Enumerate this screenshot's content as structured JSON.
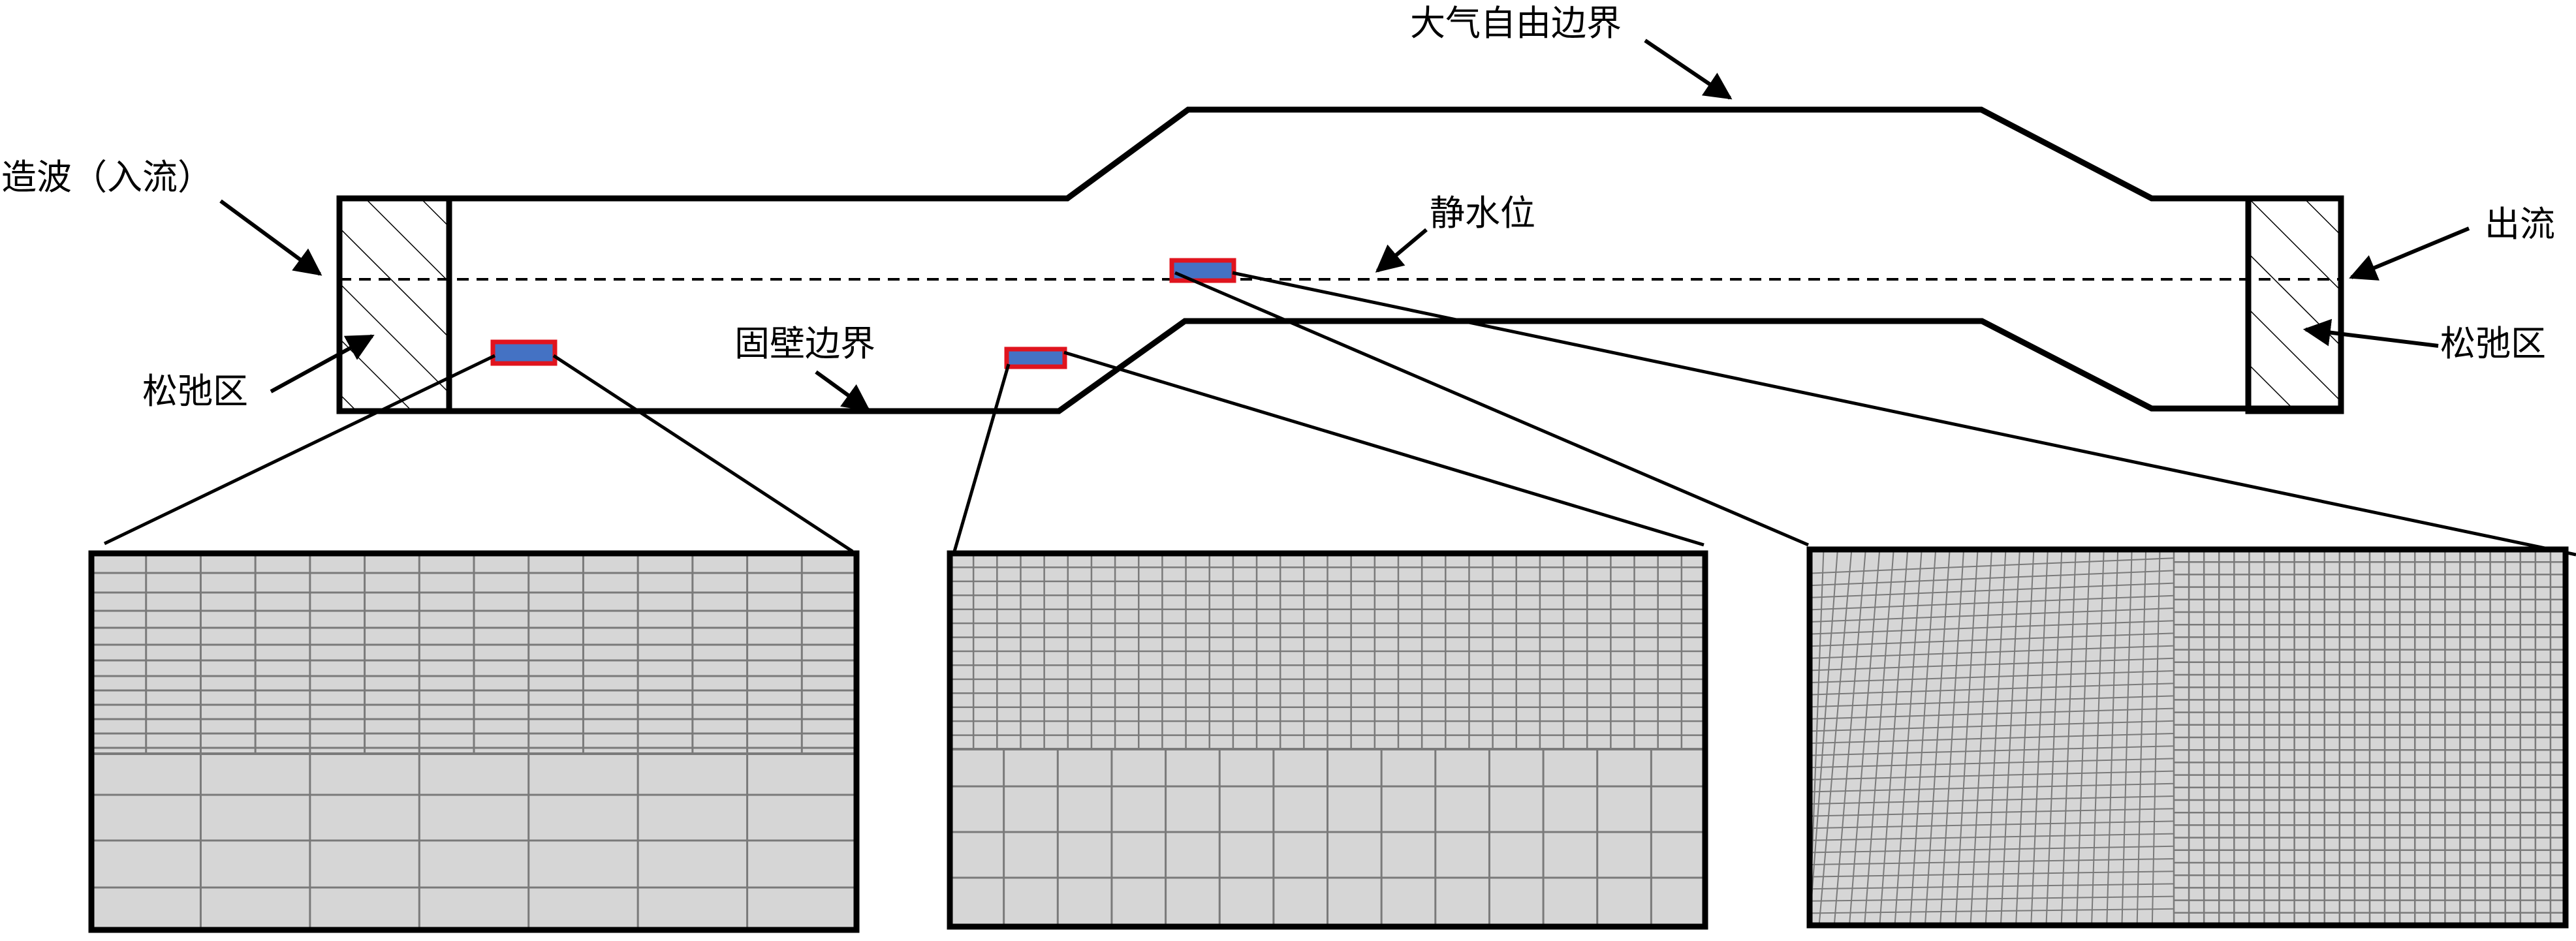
{
  "labels": {
    "atmosphere_boundary": "大气自由边界",
    "wave_generation": "造波（入流）",
    "still_water_level": "静水位",
    "outflow": "出流",
    "relaxation_zone_left": "松弛区",
    "relaxation_zone_right": "松弛区",
    "solid_wall_boundary": "固壁边界"
  },
  "colors": {
    "probe_fill": "#4472c4",
    "probe_border": "#e0141e",
    "mesh_fill": "#d6d6d6",
    "mesh_line": "#7a7a7a",
    "outline": "#000000"
  }
}
